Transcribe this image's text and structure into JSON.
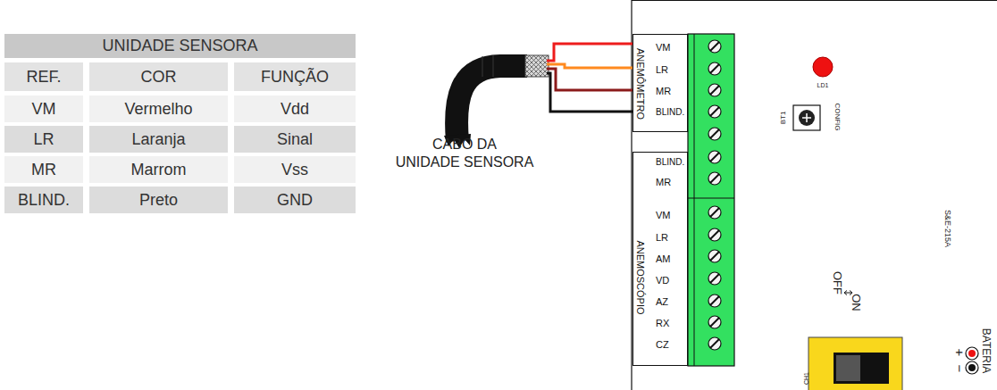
{
  "diagram": {
    "nodes": [
      {
        "text": [
          "ANEMÔMETRO",
          "VM",
          "LR",
          "MR",
          "BLIND."
        ]
      },
      {
        "text": [
          "BLIND.",
          "MR",
          "ANEMOSCÓPIO",
          "VM",
          "LR",
          "AM",
          "VD",
          "AZ",
          "RX",
          "CZ"
        ]
      }
    ],
    "labels": [
      "UNIDADE SENSORA",
      "REF.",
      "COR",
      "FUNÇÃO",
      "VM",
      "Vermelho",
      "Vdd",
      "LR",
      "Laranja",
      "Sinal",
      "MR",
      "Marrom",
      "Vss",
      "BLIND.",
      "Preto",
      "GND",
      "CABO DA UNIDADE SENSORA",
      "LD1",
      "BT1",
      "CONFIG",
      "S&E-215A",
      "OFF",
      "ON",
      "CH1",
      "BATERIA",
      "+",
      "−"
    ]
  }
}
